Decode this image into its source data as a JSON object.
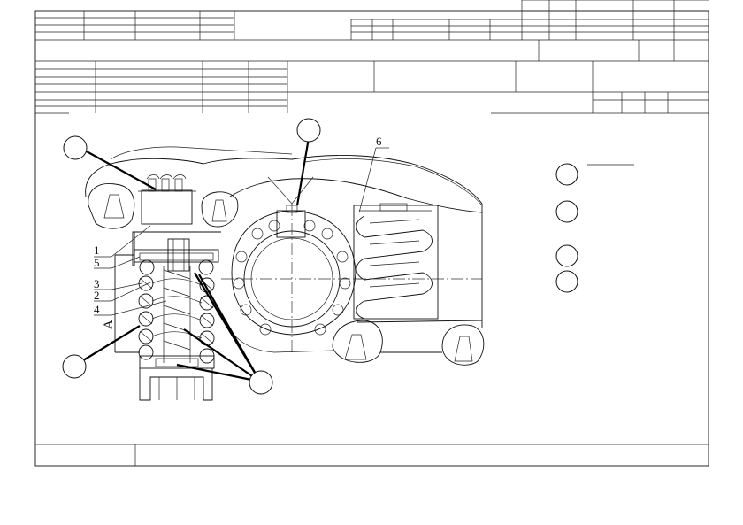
{
  "callouts": [
    {
      "id": "label-1",
      "text": "1"
    },
    {
      "id": "label-5",
      "text": "5"
    },
    {
      "id": "label-3",
      "text": "3"
    },
    {
      "id": "label-2",
      "text": "2"
    },
    {
      "id": "label-4",
      "text": "4"
    },
    {
      "id": "label-6",
      "text": "6"
    },
    {
      "id": "view-A",
      "text": "А"
    }
  ],
  "bubbles": [
    "top-left",
    "top-center",
    "bottom-left",
    "bottom-center"
  ],
  "answer_bubbles": [
    "r1",
    "r2",
    "r3",
    "r4"
  ]
}
